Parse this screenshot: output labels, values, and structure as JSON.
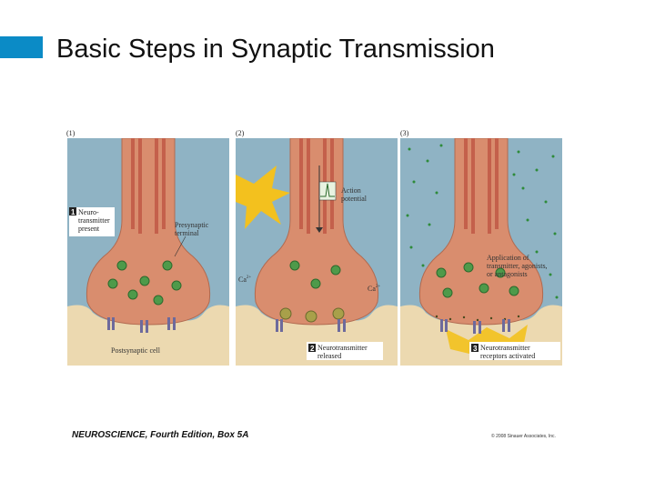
{
  "slide": {
    "title": "Basic Steps in Synaptic Transmission",
    "accent_color": "#0b8bc6"
  },
  "panels": [
    {
      "label": "(1)",
      "step_number": "1",
      "step_lines": [
        "Neuro-",
        "transmitter",
        "present"
      ],
      "annotation_lines": [
        "Presynaptic",
        "terminal"
      ],
      "bottom_label": "Postsynaptic cell"
    },
    {
      "label": "(2)",
      "annotation_lines": [
        "Action",
        "potential"
      ],
      "ion_left": "Ca",
      "ion_left_charge": "2+",
      "ion_right": "Ca",
      "ion_right_charge": "2+",
      "step_number": "2",
      "step_lines": [
        "Neurotransmitter",
        "released"
      ]
    },
    {
      "label": "(3)",
      "annotation_lines": [
        "Application of",
        "transmitter, agonists,",
        "or antagonists"
      ],
      "step_number": "3",
      "step_lines": [
        "Neurotransmitter",
        "receptors activated"
      ]
    }
  ],
  "footer": {
    "source": "NEUROSCIENCE, Fourth Edition, Box 5A",
    "copyright": "© 2008 Sinauer Associates, Inc."
  },
  "colors": {
    "background_blue": "#8fb3c4",
    "terminal_salmon": "#d98d6e",
    "axon_red": "#c4604b",
    "postsynaptic_tan": "#ecd9b0",
    "vesicle_green": "#4e9a4a",
    "receptor_purple": "#6d6a9c",
    "flash_yellow": "#f3c11e"
  }
}
